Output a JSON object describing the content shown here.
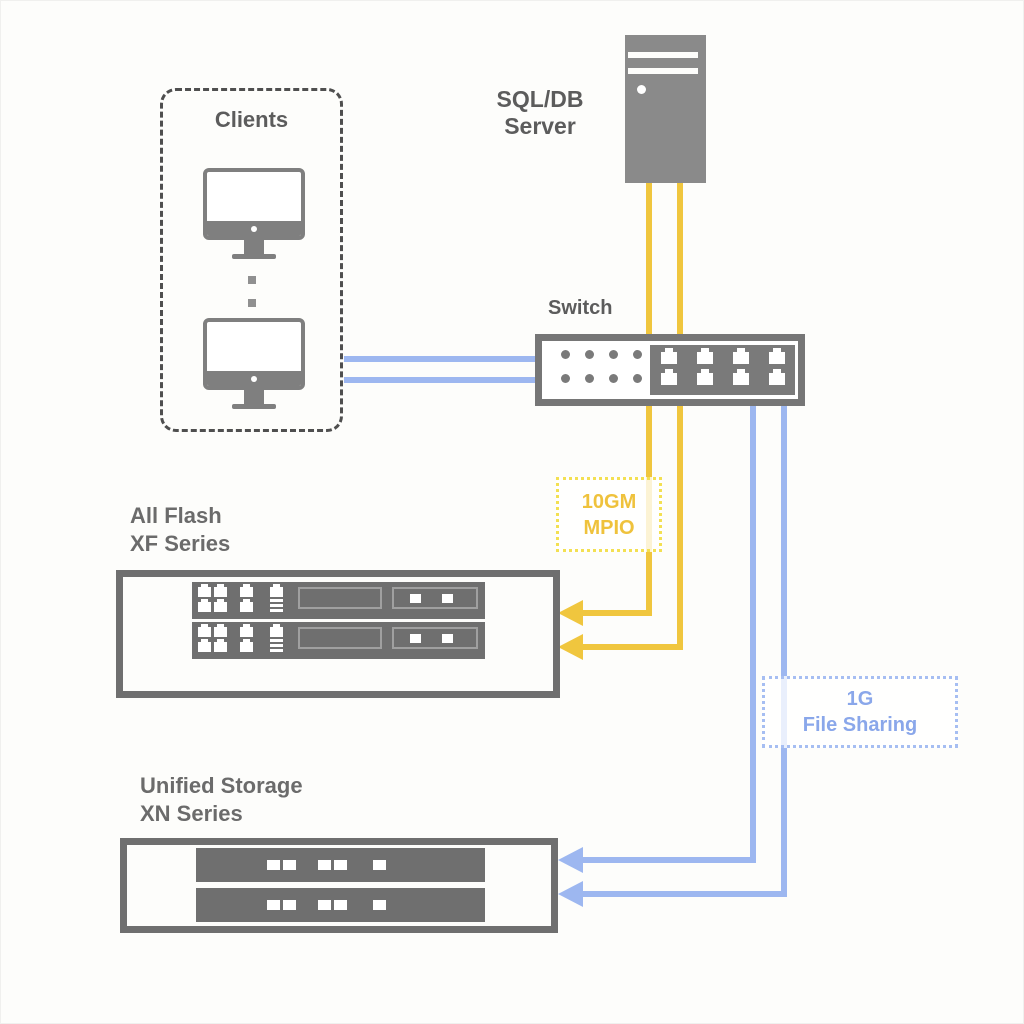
{
  "canvas": {
    "background": "#fdfdfb"
  },
  "colors": {
    "canvas_bg": "#fdfdfb",
    "gray_text": "#5c5c5c",
    "gray_icon": "#8a8a8a",
    "gray_unit": "#6f6f6f",
    "yellow": "#F0C63E",
    "yellow_dots": "#F3E052",
    "yellow_text": "#EFC23C",
    "blue": "#9DB7F0",
    "blue_dots": "#A6BEF2",
    "blue_text": "#8AA7EA"
  },
  "clients": {
    "label": "Clients"
  },
  "server": {
    "label_line1": "SQL/DB",
    "label_line2": "Server"
  },
  "switch": {
    "label": "Switch"
  },
  "mpio_link": {
    "label_line1": "10GM",
    "label_line2": "MPIO"
  },
  "file_sharing_link": {
    "label_line1": "1G",
    "label_line2": "File Sharing"
  },
  "all_flash": {
    "label_line1": "All Flash",
    "label_line2": "XF Series"
  },
  "unified_storage": {
    "label_line1": "Unified Storage",
    "label_line2": "XN Series"
  }
}
